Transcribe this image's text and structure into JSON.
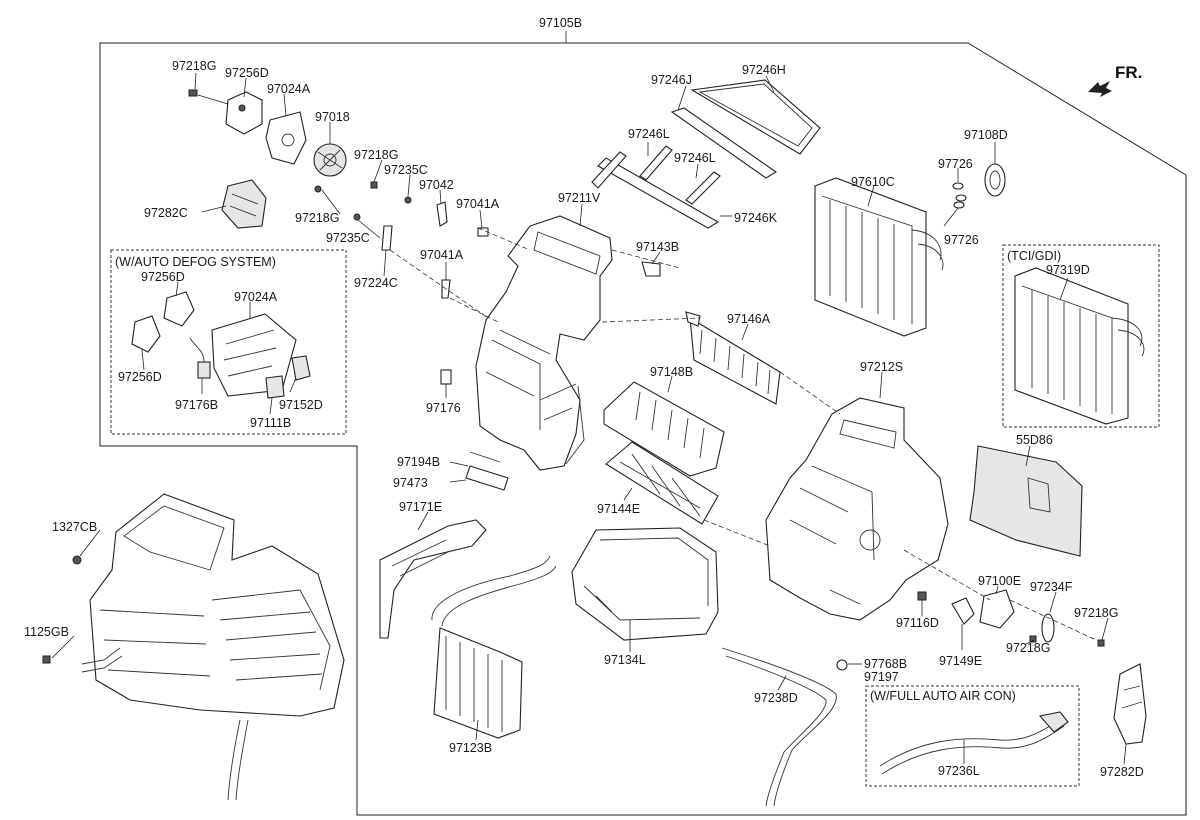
{
  "orientation_label": "FR.",
  "assembly_number": "97105B",
  "groups": {
    "auto_defog": {
      "title": "(W/AUTO DEFOG SYSTEM)"
    },
    "tci_gdi": {
      "title": "(TCI/GDI)"
    },
    "full_auto": {
      "title": "(W/FULL AUTO AIR CON)"
    }
  },
  "labels": [
    "97218G",
    "97256D",
    "97024A",
    "97018",
    "97218G",
    "97235C",
    "97042",
    "97041A",
    "97282C",
    "97218G",
    "97235C",
    "97224C",
    "97041A",
    "97211V",
    "97246J",
    "97246H",
    "97246L",
    "97246L",
    "97246K",
    "97143B",
    "97108D",
    "97726",
    "97610C",
    "97726",
    "97319D",
    "97256D",
    "97024A",
    "97256D",
    "97176B",
    "97152D",
    "97111B",
    "97146A",
    "97212S",
    "97148B",
    "97176",
    "97194B",
    "97473",
    "97144E",
    "55D86",
    "97171E",
    "1327CB",
    "1125GB",
    "97100E",
    "97234F",
    "97218G",
    "97116D",
    "97149E",
    "97218G",
    "97134L",
    "97768B",
    "97197",
    "97238D",
    "97123B",
    "97236L",
    "97282D"
  ]
}
